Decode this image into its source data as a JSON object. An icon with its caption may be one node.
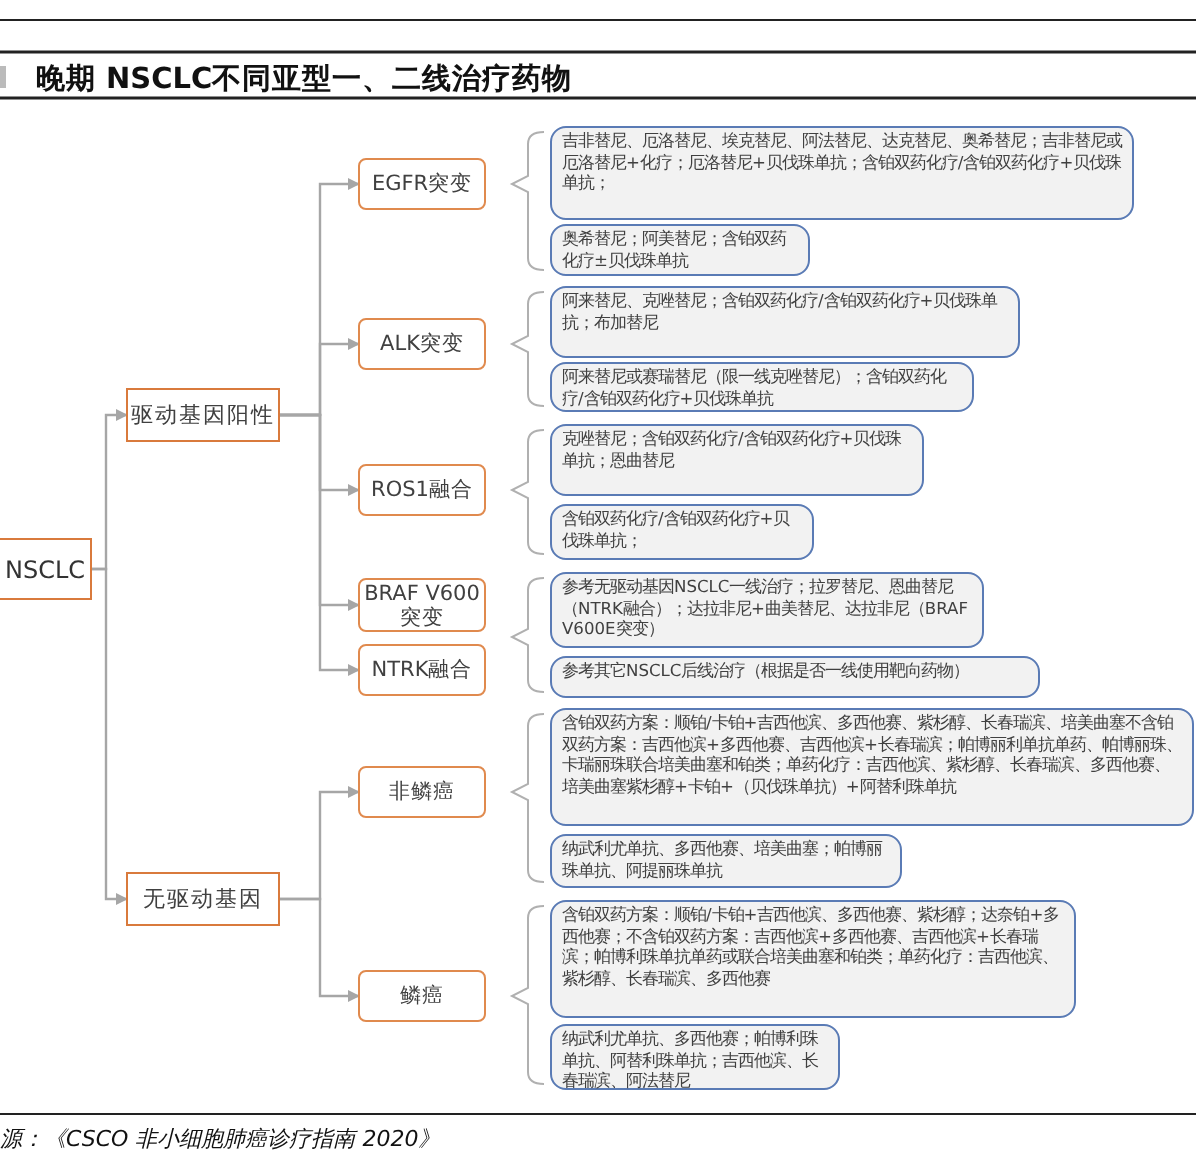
{
  "diagram": {
    "title": "晚期 NSCLC不同亚型一、二线治疗药物",
    "caption": "源：《CSCO 非小细胞肺癌诊疗指南 2020》",
    "nodes": [
      {
        "text": [
          "NSCLC"
        ]
      },
      {
        "text": [
          "驱动基因阳性"
        ]
      },
      {
        "text": [
          "无驱动基因"
        ]
      },
      {
        "text": [
          "EGFR突变"
        ]
      },
      {
        "text": [
          "ALK突变"
        ]
      },
      {
        "text": [
          "ROS1融合"
        ]
      },
      {
        "text": [
          "BRAF V600 突变"
        ]
      },
      {
        "text": [
          "NTRK融合"
        ]
      },
      {
        "text": [
          "非鳞癌"
        ]
      },
      {
        "text": [
          "鳞癌"
        ]
      },
      {
        "text": [
          "吉非替尼、厄洛替尼、埃克替尼、阿法替尼、达克替尼、奥希替尼；吉非替尼或厄洛替尼+化疗；厄洛替尼+贝伐珠单抗；含铂双药化疗/含铂双药化疗+贝伐珠单抗；"
        ]
      },
      {
        "text": [
          "奥希替尼；阿美替尼；含铂双药化疗±贝伐珠单抗"
        ]
      },
      {
        "text": [
          "阿来替尼、克唑替尼；含铂双药化疗/含铂双药化疗+贝伐珠单抗；布加替尼"
        ]
      },
      {
        "text": [
          "阿来替尼或赛瑞替尼（限一线克唑替尼）；含铂双药化疗/含铂双药化疗+贝伐珠单抗"
        ]
      },
      {
        "text": [
          "克唑替尼；含铂双药化疗/含铂双药化疗+贝伐珠单抗；恩曲替尼"
        ]
      },
      {
        "text": [
          "含铂双药化疗/含铂双药化疗+贝伐珠单抗；"
        ]
      },
      {
        "text": [
          "参考无驱动基因NSCLC一线治疗；拉罗替尼、恩曲替尼（NTRK融合）；达拉非尼+曲美替尼、达拉非尼（BRAF V600E突变）"
        ]
      },
      {
        "text": [
          "参考其它NSCLC后线治疗（根据是否一线使用靶向药物）"
        ]
      },
      {
        "text": [
          "含铂双药方案：顺铂/卡铂+吉西他滨、多西他赛、紫杉醇、长春瑞滨、培美曲塞不含铂双药方案：吉西他滨+多西他赛、吉西他滨+长春瑞滨；帕博丽利单抗单药、帕博丽珠、卡瑞丽珠联合培美曲塞和铂类；单药化疗：吉西他滨、紫杉醇、长春瑞滨、多西他赛、培美曲塞紫杉醇+卡铂+（贝伐珠单抗）+阿替利珠单抗"
        ]
      },
      {
        "text": [
          "纳武利尤单抗、多西他赛、培美曲塞；帕博丽珠单抗、阿提丽珠单抗"
        ]
      },
      {
        "text": [
          "含铂双药方案：顺铂/卡铂+吉西他滨、多西他赛、紫杉醇；达奈铂+多西他赛；不含铂双药方案：吉西他滨+多西他赛、吉西他滨+长春瑞滨；帕博利珠单抗单药或联合培美曲塞和铂类；单药化疗：吉西他滨、紫杉醇、长春瑞滨、多西他赛"
        ]
      },
      {
        "text": [
          "纳武利尤单抗、多西他赛；帕博利珠单抗、阿替利珠单抗；吉西他滨、长春瑞滨、阿法替尼"
        ]
      }
    ],
    "edges": [
      {
        "from": 0,
        "to": 1,
        "arrow": "to"
      },
      {
        "from": 0,
        "to": 2,
        "arrow": "to"
      },
      {
        "from": 1,
        "to": 3,
        "arrow": "to"
      },
      {
        "from": 1,
        "to": 4,
        "arrow": "to"
      },
      {
        "from": 1,
        "to": 5,
        "arrow": "to"
      },
      {
        "from": 1,
        "to": 6,
        "arrow": "to"
      },
      {
        "from": 1,
        "to": 7,
        "arrow": "to"
      },
      {
        "from": 2,
        "to": 8,
        "arrow": "to"
      },
      {
        "from": 2,
        "to": 9,
        "arrow": "to"
      }
    ]
  }
}
